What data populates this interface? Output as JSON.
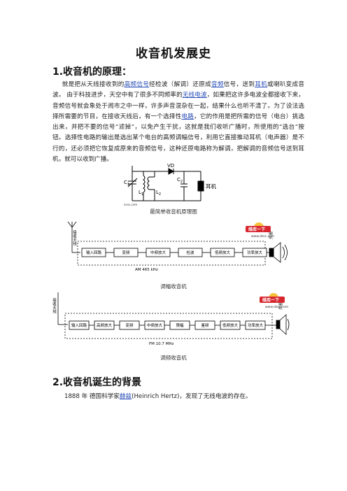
{
  "title": "收音机发展史",
  "sections": {
    "s1": {
      "heading": "1.收音机的原理："
    },
    "s2": {
      "heading": "2.收音机诞生的背景"
    }
  },
  "paragraph1": {
    "t1": "就是把从天线接收到的",
    "l1": "高频信号",
    "t2": "经检波（解调）还原成",
    "l2": "音频",
    "t3": "信号，送到",
    "l3": "耳机",
    "t4": "或喇叭变成音波。  由于科技进步，天空中有了很多不同频率的",
    "l4": "无线电波",
    "t5": "，如果把这许多电波全都接收下来，音频信号就会象处于闹市之中一样，许多声音混杂在一起，结果什么也听不清了。为了设法选择所需要的节目，在接收天线后，有一个选择性",
    "l5": "电路",
    "t6": "，它的作用是把所需的信号（电台）挑选出来，并把不要的信号“滤掉”，以免产生干扰，这就是我们收听广播时，所使用的“选台”按钮。选择性电路的输出是选出某个电台的高频调幅信号，利用它直接推动耳机（电声器）是不行的，还必须把它恢复成原来的音频信号，这种还原电路称为解调，把解调的音频信号送到耳机，就可以收到广播。"
  },
  "figure1": {
    "caption": "最简单收音机原理图",
    "labels": {
      "c1": "C",
      "c1_sub": "1",
      "l1": "L",
      "l1_sub": "1",
      "l2": "L",
      "l2_sub": "2",
      "vd": "VD",
      "c2": "C",
      "c2_sub": "2",
      "earphone": "耳机",
      "footer": "xxxx.com"
    }
  },
  "figure2": {
    "caption": "调幅收音机",
    "antenna": "接收天线",
    "blocks": [
      "输入回路",
      "变频",
      "中频放大",
      "检波",
      "低频放大",
      "功率放大"
    ],
    "speaker": "喇叭",
    "freq": "AM 465 kHz",
    "watermark": {
      "badge": "维库一下",
      "url": "www.dzsc.com"
    }
  },
  "figure3": {
    "caption": "调频收音机",
    "antenna": "接收天线",
    "blocks": [
      "输入回路",
      "高频放大",
      "变频",
      "中频放大",
      "限幅",
      "鉴频",
      "低频放大",
      "功率放大"
    ],
    "speaker": "喇叭",
    "freq": "FM 10.7 MHz",
    "watermark": {
      "badge": "维库一下",
      "url": "www.dzsc.com"
    }
  },
  "paragraph2": {
    "t1": "1888 年  德国科学家",
    "l1": "赫兹",
    "t2": "(Heinrich Hertz)，发现了无线电波的存在。"
  },
  "colors": {
    "link": "#2a4fb8",
    "badge": "#d8262e",
    "badge_bg": "#f6c23a"
  }
}
